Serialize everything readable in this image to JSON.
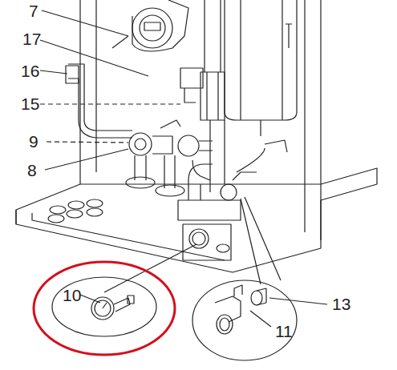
{
  "diagram": {
    "labels": [
      "7",
      "17",
      "16",
      "15",
      "9",
      "8",
      "10",
      "13",
      "11"
    ]
  }
}
